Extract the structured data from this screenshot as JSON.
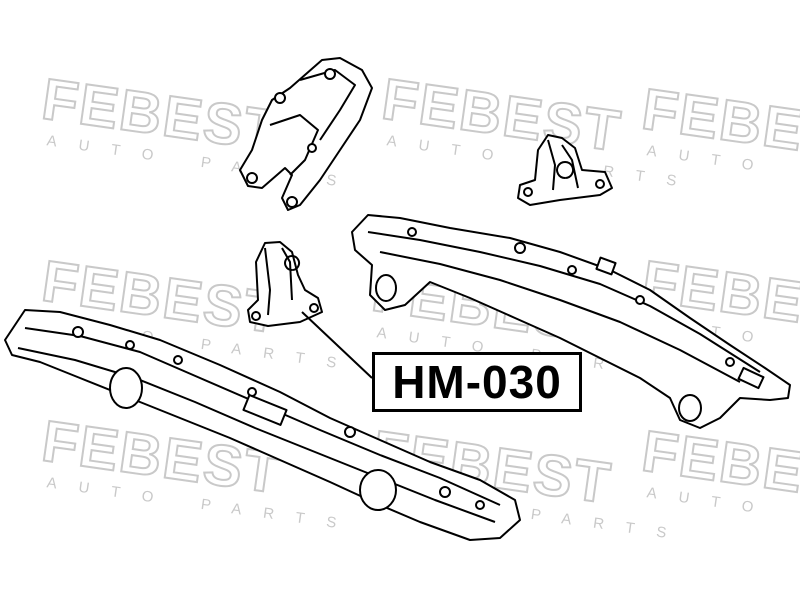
{
  "watermark": {
    "brand": "FEBEST",
    "tagline": "AUTO PARTS",
    "color": "#c9c9c9"
  },
  "callout": {
    "part_number": "HM-030"
  },
  "colors": {
    "line": "#000000",
    "paper": "#ffffff"
  }
}
